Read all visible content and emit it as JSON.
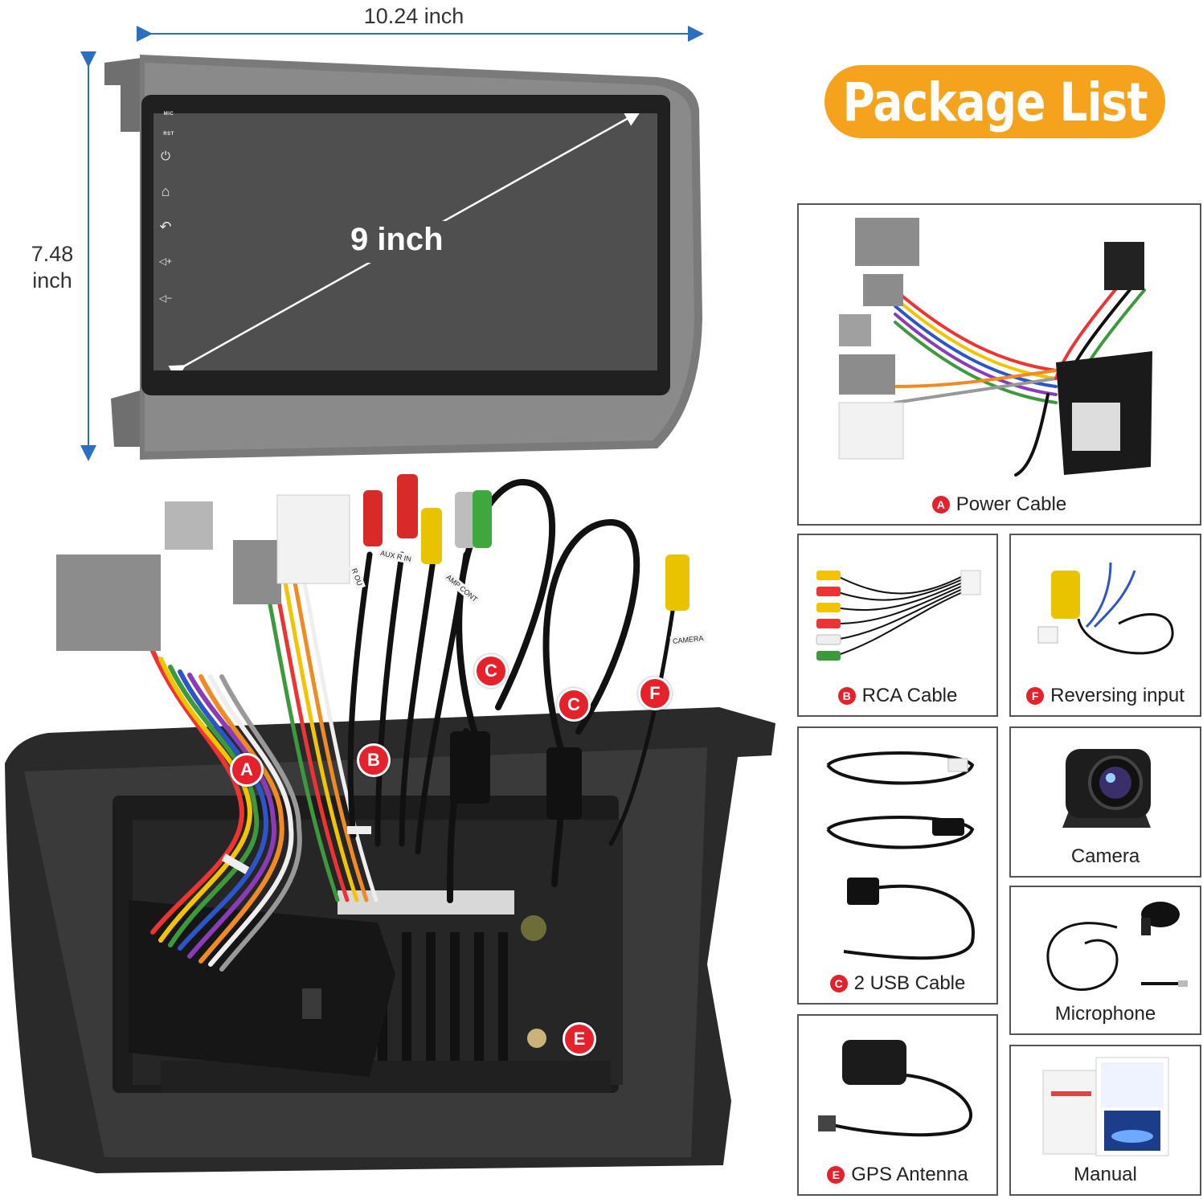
{
  "dimensions": {
    "width_label": "10.24 inch",
    "height_label_line1": "7.48",
    "height_label_line2": "inch",
    "screen_size_label": "9 inch"
  },
  "head_unit": {
    "buttons": [
      {
        "icon": "mic-label",
        "text": "MIC"
      },
      {
        "icon": "reset-label",
        "text": "RST"
      },
      {
        "icon": "power-icon",
        "glyph": "⏻"
      },
      {
        "icon": "home-icon",
        "glyph": "⌂"
      },
      {
        "icon": "back-icon",
        "glyph": "↶"
      },
      {
        "icon": "volume-up-icon",
        "glyph": "◁+"
      },
      {
        "icon": "volume-down-icon",
        "glyph": "◁−"
      }
    ]
  },
  "package_list": {
    "title": "Package List",
    "accent_color": "#f5a31d",
    "badge_color": "#e5212b",
    "items": [
      {
        "letter": "A",
        "label": "Power Cable"
      },
      {
        "letter": "B",
        "label": "RCA Cable"
      },
      {
        "letter": "F",
        "label": "Reversing input"
      },
      {
        "letter": "C",
        "label": "2 USB Cable"
      },
      {
        "letter": "",
        "label": "Camera"
      },
      {
        "letter": "",
        "label": "Microphone"
      },
      {
        "letter": "E",
        "label": "GPS Antenna"
      },
      {
        "letter": "",
        "label": "Manual"
      }
    ]
  },
  "photo_callouts": [
    "A",
    "B",
    "C",
    "C",
    "F",
    "E"
  ],
  "cable_tags": [
    "AUX R IN",
    "AMP CONT",
    "CAMERA",
    "R OU"
  ]
}
